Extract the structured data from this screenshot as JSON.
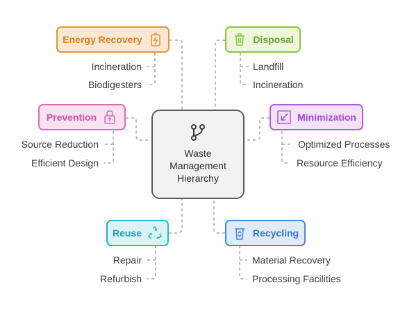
{
  "center": {
    "title": "Waste\nManagement\nHierarchy",
    "icon": "branch-icon"
  },
  "nodes": [
    {
      "key": "energy_recovery",
      "label": "Energy Recovery",
      "icon": "battery-icon",
      "color": "#e8933a",
      "fill": "#fbe8d3",
      "items": [
        "Incineration",
        "Biodigesters"
      ]
    },
    {
      "key": "disposal",
      "label": "Disposal",
      "icon": "trash-icon",
      "color": "#8cc63f",
      "fill": "#eef7dc",
      "items": [
        "Landfill",
        "Incineration"
      ]
    },
    {
      "key": "prevention",
      "label": "Prevention",
      "icon": "lock-icon",
      "color": "#e06bb5",
      "fill": "#fae3f1",
      "items": [
        "Source Reduction",
        "Efficient Design"
      ]
    },
    {
      "key": "minimization",
      "label": "Minimization",
      "icon": "shrink-icon",
      "color": "#b35ad9",
      "fill": "#f3e2fa",
      "items": [
        "Optimized Processes",
        "Resource Efficiency"
      ]
    },
    {
      "key": "reuse",
      "label": "Reuse",
      "icon": "recycle-icon",
      "color": "#2bb7c7",
      "fill": "#dcf3f6",
      "items": [
        "Repair",
        "Refurbish"
      ]
    },
    {
      "key": "recycling",
      "label": "Recycling",
      "icon": "recycle-bin-icon",
      "color": "#4c86d6",
      "fill": "#e0ebfa",
      "items": [
        "Material Recovery",
        "Processing Facilities"
      ]
    }
  ]
}
